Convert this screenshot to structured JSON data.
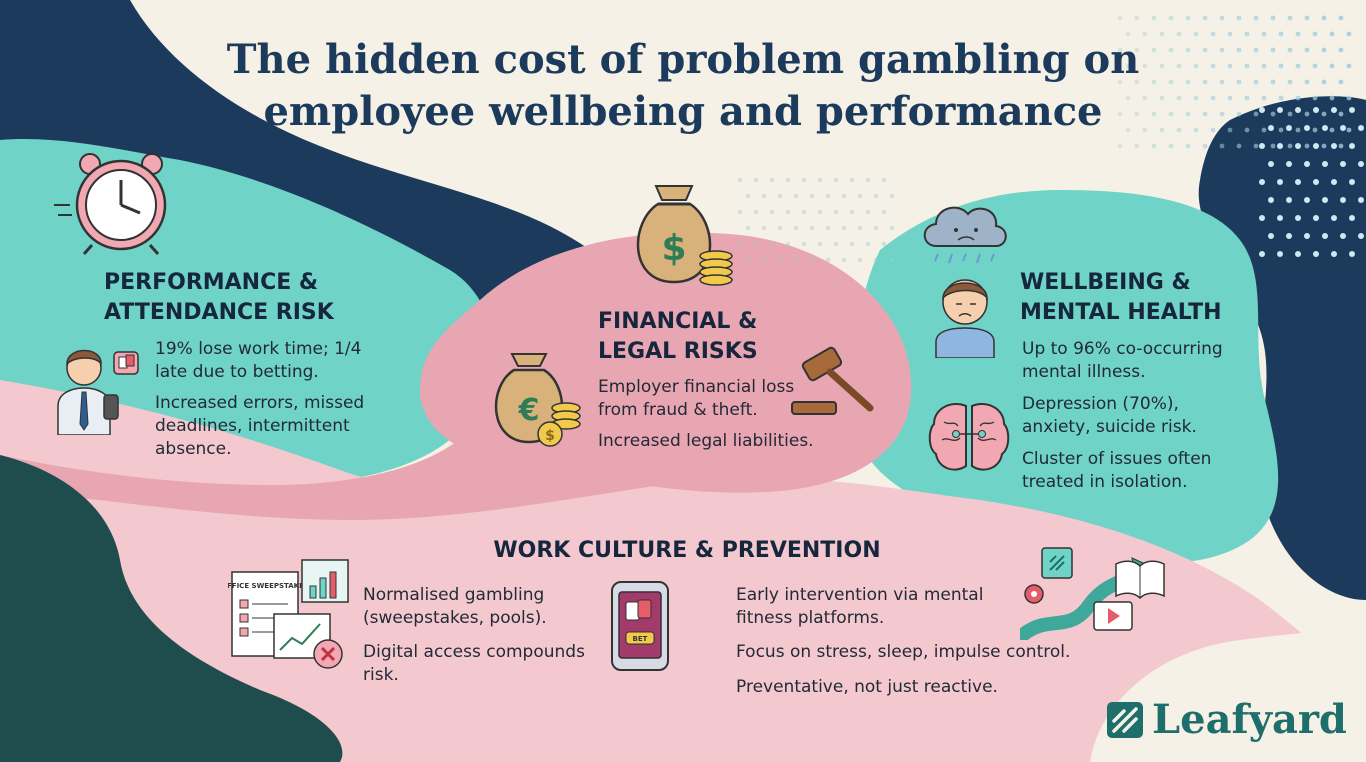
{
  "title": {
    "line1": "The hidden cost of problem gambling on",
    "line2": "employee wellbeing and performance"
  },
  "sections": {
    "performance": {
      "heading_line1": "PERFORMANCE &",
      "heading_line2": "ATTENDANCE RISK",
      "point1": "19% lose work time; 1/4 late due to betting.",
      "point2": "Increased errors, missed deadlines, intermittent absence."
    },
    "financial": {
      "heading_line1": "FINANCIAL &",
      "heading_line2": "LEGAL RISKS",
      "point1": "Employer financial loss from fraud & theft.",
      "point2": "Increased legal liabilities."
    },
    "wellbeing": {
      "heading_line1": "WELLBEING &",
      "heading_line2": "MENTAL HEALTH",
      "point1": "Up to 96% co-occurring mental illness.",
      "point2": "Depression (70%), anxiety, suicide risk.",
      "point3": "Cluster of issues often treated in isolation."
    },
    "culture": {
      "heading": "WORK CULTURE & PREVENTION",
      "left_point1": "Normalised gambling (sweepstakes, pools).",
      "left_point2": "Digital access compounds risk.",
      "right_point1": "Early intervention via mental fitness platforms.",
      "right_point2": "Focus on stress, sleep, impulse control.",
      "right_point3": "Preventative, not just reactive."
    }
  },
  "icons": {
    "alarm_clock": "alarm-clock-icon",
    "distracted_worker": "distracted-worker-icon",
    "money_bag_dollar": "money-bag-dollar-icon",
    "money_bag_euro": "money-bag-euro-icon",
    "gavel": "gavel-icon",
    "rain_cloud": "rain-cloud-icon",
    "sad_person": "sad-person-icon",
    "brain": "brain-icon",
    "sweepstakes_sheets": "sweepstakes-sheets-icon",
    "betting_phone": "betting-phone-icon",
    "pathway": "pathway-icon",
    "office_sweepstakes_label": "OFFICE SWEEPSTAKES",
    "phone_bet_label": "BET"
  },
  "brand": {
    "name": "Leafyard",
    "color": "#1e6f6b"
  },
  "colors": {
    "navy": "#1b3a5c",
    "teal": "#6fd3c7",
    "pink": "#e8a6b2",
    "light_pink": "#f3c9cf",
    "dark_teal": "#1f4d4e",
    "cream": "#f5f1e6"
  }
}
